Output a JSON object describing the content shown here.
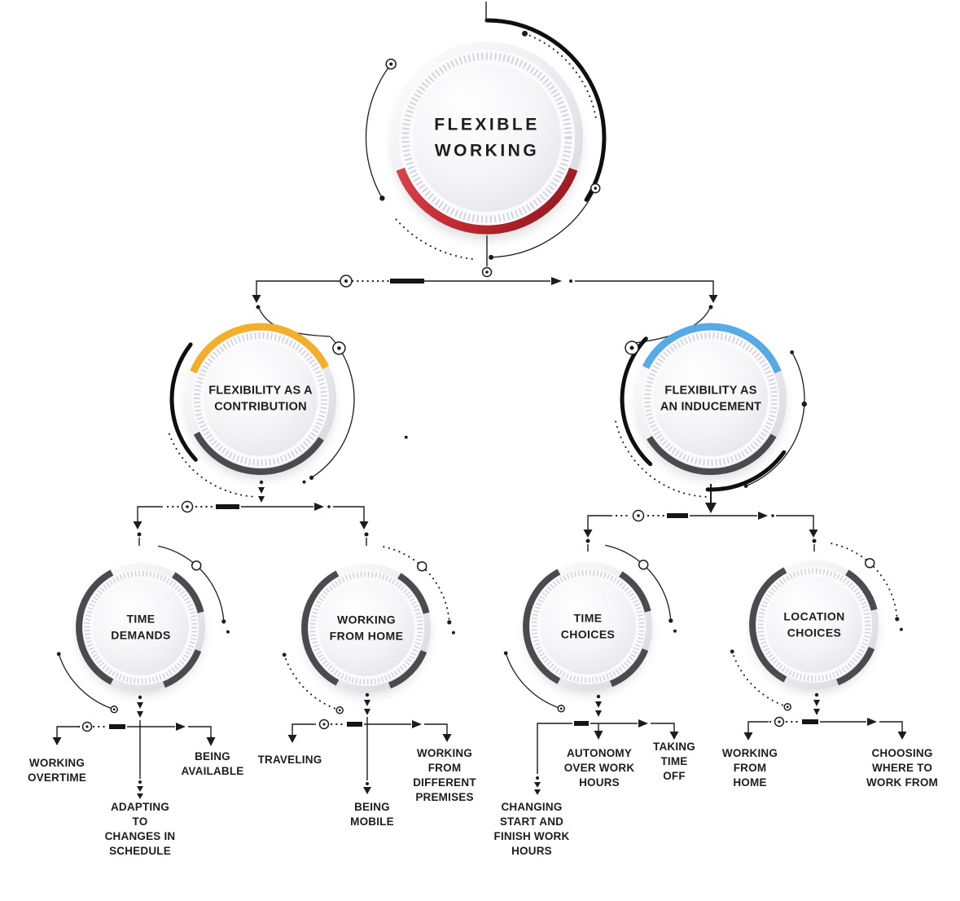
{
  "diagram_title": "FLEXIBLE WORKING",
  "root": {
    "label": "FLEXIBLE\nWORKING",
    "accent": "#C42B34"
  },
  "level2": {
    "contribution": {
      "label": "FLEXIBILITY AS A\nCONTRIBUTION",
      "accent": "#F3AF2C"
    },
    "inducement": {
      "label": "FLEXIBILITY AS\nAN INDUCEMENT",
      "accent": "#58AAE4"
    }
  },
  "level3": {
    "time_demands": {
      "label": "TIME\nDEMANDS"
    },
    "working_from_home": {
      "label": "WORKING\nFROM HOME"
    },
    "time_choices": {
      "label": "TIME\nCHOICES"
    },
    "location_choices": {
      "label": "LOCATION\nCHOICES"
    }
  },
  "leaves": {
    "working_overtime": "WORKING\nOVERTIME",
    "adapting_to_changes_in_schedule": "ADAPTING\nTO\nCHANGES IN\nSCHEDULE",
    "being_available": "BEING\nAVAILABLE",
    "traveling": "TRAVELING",
    "being_mobile": "BEING\nMOBILE",
    "working_from_different_premises": "WORKING\nFROM\nDIFFERENT\nPREMISES",
    "changing_start_and_finish_work_hours": "CHANGING\nSTART AND\nFINISH WORK\nHOURS",
    "autonomy_over_work_hours": "AUTONOMY\nOVER WORK\nHOURS",
    "taking_time_off": "TAKING\nTIME\nOFF",
    "working_from_home": "WORKING\nFROM\nHOME",
    "choosing_where_to_work_from": "CHOOSING\nWHERE TO\nWORK FROM"
  },
  "colors": {
    "line": "#1C1C1E",
    "dark_arc": "#4B4B4F",
    "text": "#1D1D1F",
    "red_accent": "#C42B34",
    "yellow_accent": "#F3AF2C",
    "blue_accent": "#58AAE4"
  }
}
